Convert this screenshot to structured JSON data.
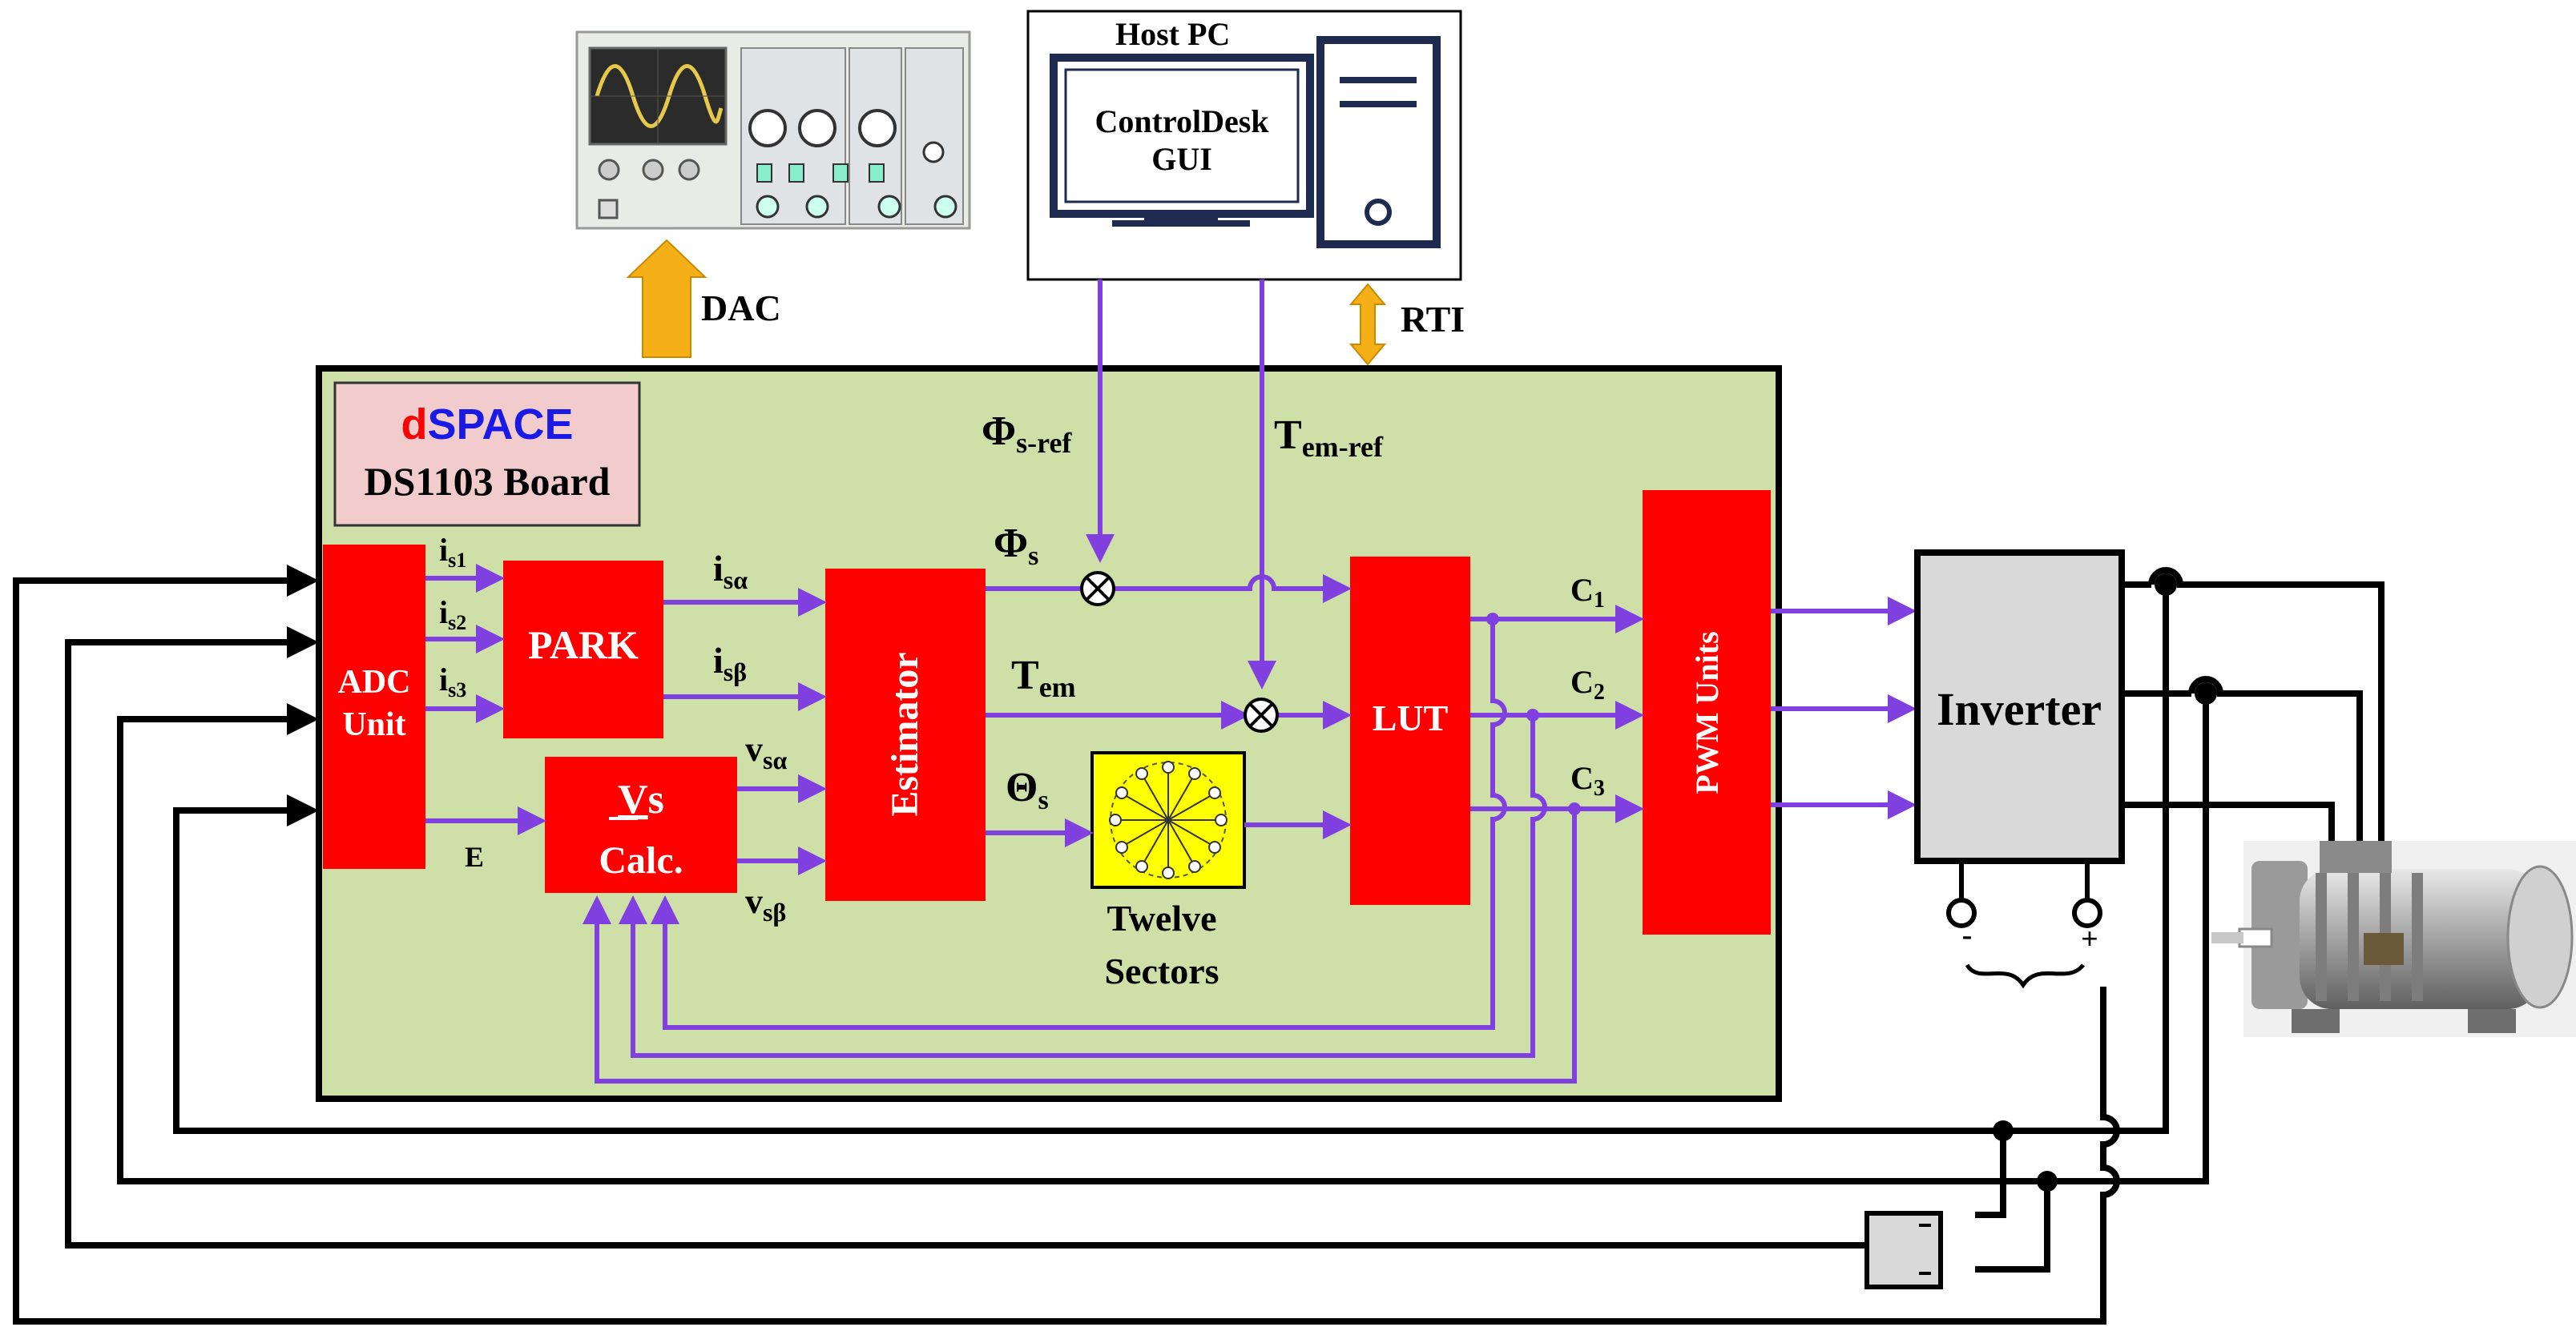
{
  "colors": {
    "board_fill": "#cfdfa8",
    "block_red": "#ff0000",
    "signal_purple": "#8040e0",
    "arrow_orange": "#f5b018",
    "inverter_gray": "#d9d9d9",
    "label_box_fill": "#f2cccc",
    "sector_yellow": "#ffff00",
    "d_red": "#ff0000",
    "space_blue": "#1a1ae6"
  },
  "host": {
    "title": "Host PC",
    "gui_line1": "ControlDesk",
    "gui_line2": "GUI",
    "monitor_icon": "monitor-icon",
    "tower_icon": "pc-tower-icon"
  },
  "oscilloscope": {
    "icon": "oscilloscope-icon"
  },
  "links": {
    "dac": "DAC",
    "rti": "RTI"
  },
  "board": {
    "brand_d": "d",
    "brand_space": "SPACE",
    "model": "DS1103 Board"
  },
  "blocks": {
    "adc_line1": "ADC",
    "adc_line2": "Unit",
    "park": "PARK",
    "vs_symbol": "V",
    "vs_sub": "s",
    "vs_line2": "Calc.",
    "estimator": "Estimator",
    "lut": "LUT",
    "pwm": "PWM Units",
    "inverter": "Inverter",
    "sectors_line1": "Twelve",
    "sectors_line2": "Sectors"
  },
  "signals": {
    "is1": {
      "main": "i",
      "sub": "s1"
    },
    "is2": {
      "main": "i",
      "sub": "s2"
    },
    "is3": {
      "main": "i",
      "sub": "s3"
    },
    "e": "E",
    "isa": {
      "main": "i",
      "sub": "sα"
    },
    "isb": {
      "main": "i",
      "sub": "sβ"
    },
    "vsa": {
      "main": "v",
      "sub": "sα"
    },
    "vsb": {
      "main": "v",
      "sub": "sβ"
    },
    "phis": {
      "main": "Φ",
      "sub": "s"
    },
    "tem": {
      "main": "T",
      "sub": "em"
    },
    "thetas": {
      "main": "Θ",
      "sub": "s"
    },
    "phi_ref": {
      "main": "Φ",
      "sub": "s-ref"
    },
    "tem_ref": {
      "main": "T",
      "sub": "em-ref"
    },
    "c1": {
      "main": "C",
      "sub": "1"
    },
    "c2": {
      "main": "C",
      "sub": "2"
    },
    "c3": {
      "main": "C",
      "sub": "3"
    }
  },
  "inverter_terminals": {
    "neg": "-",
    "pos": "+"
  },
  "motor": {
    "icon": "induction-motor-icon"
  },
  "dc_source": {
    "icon": "dc-source-icon",
    "top": "-",
    "bottom": "-"
  }
}
